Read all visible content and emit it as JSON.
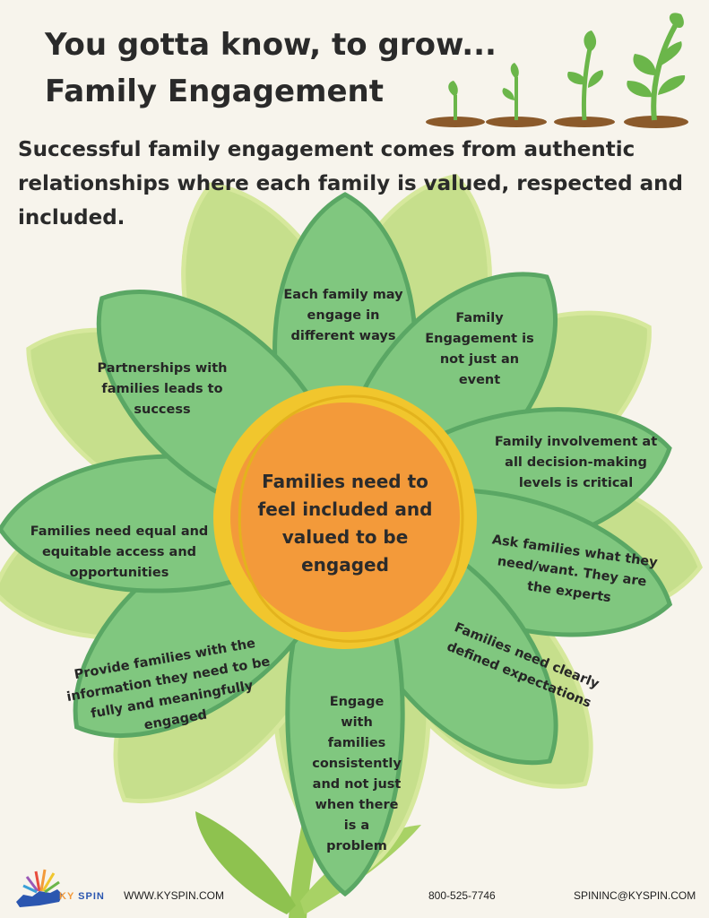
{
  "header": {
    "title_line1": "You gotta know, to grow...",
    "title_line2": "Family Engagement",
    "subtitle": "Successful family engagement comes from authentic relationships where each family is valued, respected and included."
  },
  "center": {
    "text": "Families need to feel included and valued to be engaged"
  },
  "petals": [
    {
      "text": "Each family may engage in different ways"
    },
    {
      "text": "Family Engagement is not just an event"
    },
    {
      "text": "Family involvement at all decision-making levels is critical"
    },
    {
      "text": "Ask families what they need/want. They are the experts"
    },
    {
      "text": "Families need clearly defined expectations"
    },
    {
      "text": "Engage with families consistently and not just when there is a problem"
    },
    {
      "text": "Provide families with the information they need to be fully and meaningfully engaged"
    },
    {
      "text": "Families need equal and equitable access and opportunities"
    },
    {
      "text": "Partnerships with families leads to success"
    }
  ],
  "footer": {
    "logo_ky": "KY",
    "logo_spin": "SPIN",
    "website": "WWW.KYSPIN.COM",
    "phone": "800-525-7746",
    "email": "SPININC@KYSPIN.COM"
  },
  "colors": {
    "background": "#f7f4ec",
    "petal": "#80c77f",
    "petal_edge": "#5aa764",
    "back_petal": "#c6df8c",
    "ring": "#f1c62d",
    "center": "#f39a3a"
  }
}
